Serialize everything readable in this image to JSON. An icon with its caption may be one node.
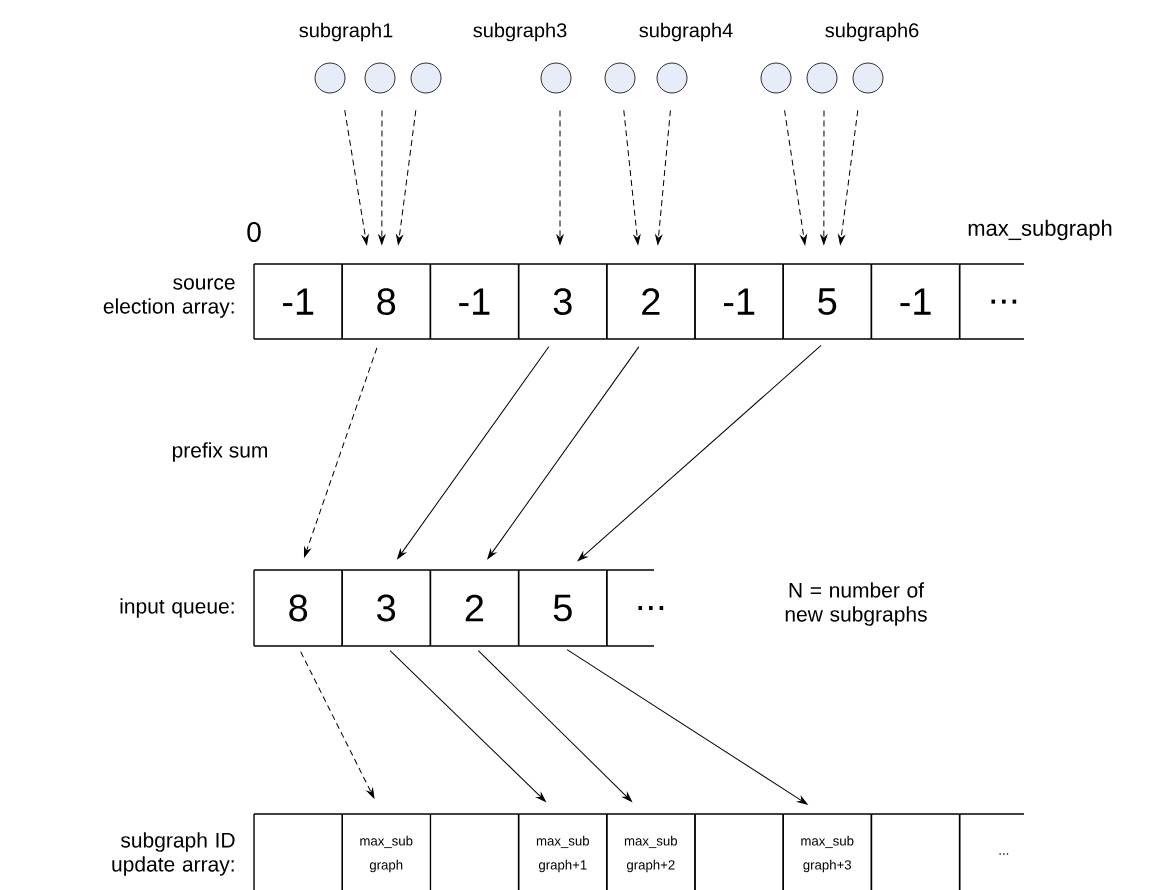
{
  "diagram": {
    "nodes": [
      {
        "text": [],
        "shape": "circle"
      },
      {
        "text": [],
        "shape": "circle"
      },
      {
        "text": [],
        "shape": "circle"
      },
      {
        "text": [],
        "shape": "circle"
      },
      {
        "text": [],
        "shape": "circle"
      },
      {
        "text": [],
        "shape": "circle"
      },
      {
        "text": [],
        "shape": "circle"
      },
      {
        "text": [],
        "shape": "circle"
      },
      {
        "text": [],
        "shape": "circle"
      },
      {
        "text": [
          "-1"
        ]
      },
      {
        "text": [
          "8"
        ]
      },
      {
        "text": [
          "-1"
        ]
      },
      {
        "text": [
          "3"
        ]
      },
      {
        "text": [
          "2"
        ]
      },
      {
        "text": [
          "-1"
        ]
      },
      {
        "text": [
          "5"
        ]
      },
      {
        "text": [
          "-1"
        ]
      },
      {
        "text": [
          "..."
        ]
      },
      {
        "text": [
          "8"
        ]
      },
      {
        "text": [
          "3"
        ]
      },
      {
        "text": [
          "2"
        ]
      },
      {
        "text": [
          "5"
        ]
      },
      {
        "text": [
          "..."
        ]
      },
      {
        "text": [],
        "shape": "box"
      },
      {
        "text": [
          "max_sub graph"
        ]
      },
      {
        "text": [],
        "shape": "box"
      },
      {
        "text": [
          "max_sub graph+1"
        ]
      },
      {
        "text": [
          "max_sub graph+2"
        ]
      },
      {
        "text": [],
        "shape": "box"
      },
      {
        "text": [
          "max_sub graph+3"
        ]
      },
      {
        "text": [],
        "shape": "box"
      },
      {
        "text": [
          "..."
        ]
      }
    ],
    "edges": [
      {
        "from": 0,
        "to": 10,
        "arrow": "to",
        "style": "dashed"
      },
      {
        "from": 1,
        "to": 10,
        "arrow": "to",
        "style": "dashed"
      },
      {
        "from": 2,
        "to": 10,
        "arrow": "to",
        "style": "dashed"
      },
      {
        "from": 3,
        "to": 12,
        "arrow": "to",
        "style": "dashed"
      },
      {
        "from": 4,
        "to": 13,
        "arrow": "to",
        "style": "dashed"
      },
      {
        "from": 5,
        "to": 13,
        "arrow": "to",
        "style": "dashed"
      },
      {
        "from": 6,
        "to": 15,
        "arrow": "to",
        "style": "dashed"
      },
      {
        "from": 7,
        "to": 15,
        "arrow": "to",
        "style": "dashed"
      },
      {
        "from": 8,
        "to": 15,
        "arrow": "to",
        "style": "dashed"
      },
      {
        "from": 10,
        "to": 18,
        "arrow": "to",
        "style": "dashed"
      },
      {
        "from": 12,
        "to": 19,
        "arrow": "to"
      },
      {
        "from": 13,
        "to": 20,
        "arrow": "to"
      },
      {
        "from": 15,
        "to": 21,
        "arrow": "to"
      },
      {
        "from": 18,
        "to": 24,
        "arrow": "to",
        "style": "dashed"
      },
      {
        "from": 19,
        "to": 26,
        "arrow": "to"
      },
      {
        "from": 20,
        "to": 27,
        "arrow": "to"
      },
      {
        "from": 21,
        "to": 29,
        "arrow": "to"
      }
    ],
    "labels": [
      "subgraph1",
      "subgraph3",
      "subgraph4",
      "subgraph6",
      "0",
      "max_subgraph",
      "source election array:",
      "prefix sum",
      "input queue:",
      "N = number of new subgraphs",
      "subgraph ID update array:"
    ]
  }
}
